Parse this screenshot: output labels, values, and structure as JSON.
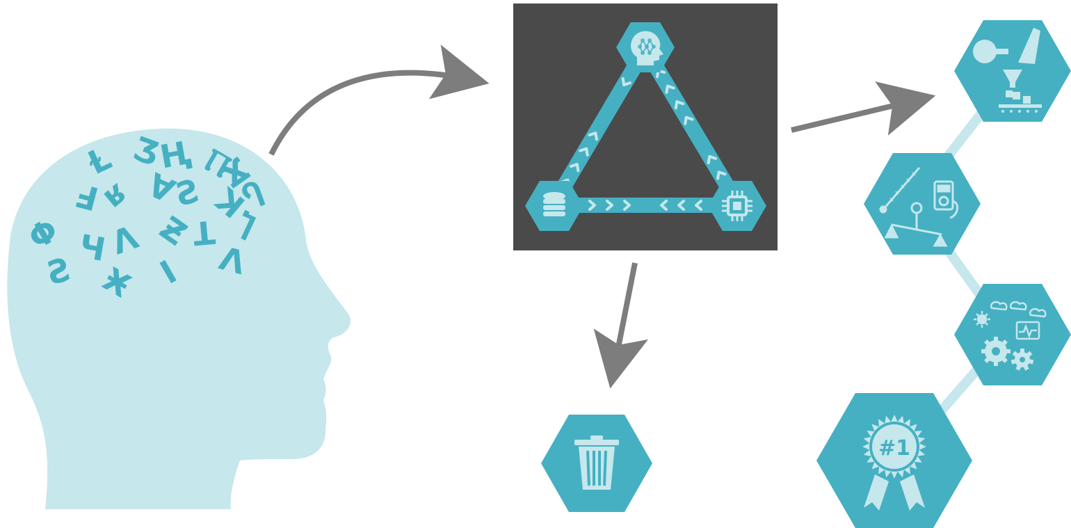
{
  "colors": {
    "teal": "#45b0c2",
    "light": "#c6e7ec",
    "dark_panel": "#4a4a4a",
    "arrow": "#7d7d7d",
    "connector": "#c6e7ec",
    "background": "#ffffff"
  },
  "head": {
    "icon": "human-head-silhouette",
    "glyphs": [
      "Ɫ",
      "Ʒ",
      "Ⱨ",
      "Ⲡ",
      "Ϫ",
      "Ⅎ",
      "ʁ",
      "Ɐ",
      "Ƨ",
      "ꓘ",
      "Ⴄ",
      "Φ",
      "Ч",
      "Ʌ",
      "Ƶ",
      "ꓕ",
      "Ⴈ",
      "Ƨ",
      "Ӿ",
      "Ι",
      "ꓥ"
    ]
  },
  "cycle_panel": {
    "nodes": [
      {
        "icon": "ai-brain-head-icon"
      },
      {
        "icon": "database-icon"
      },
      {
        "icon": "chip-icon"
      }
    ]
  },
  "discard": {
    "icon": "trash-can-icon"
  },
  "pipeline": {
    "stages": [
      {
        "icon": "lab-process-icon"
      },
      {
        "icon": "measurement-instruments-icon"
      },
      {
        "icon": "weather-gears-icon"
      },
      {
        "icon": "award-ribbon-icon"
      }
    ]
  },
  "award": {
    "text": "#1"
  }
}
